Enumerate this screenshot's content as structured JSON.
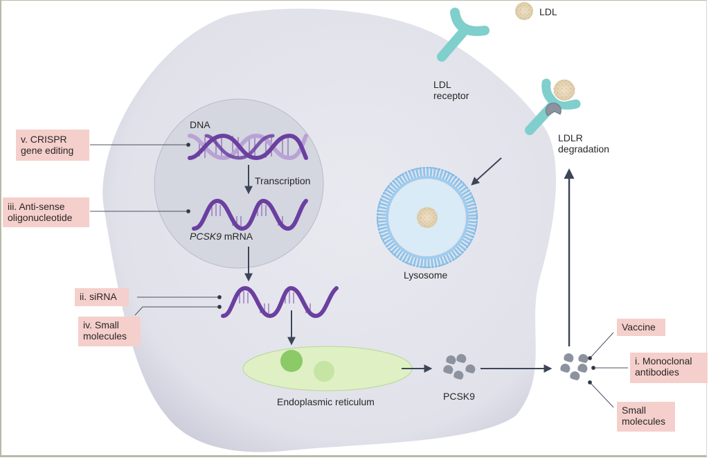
{
  "diagram": {
    "title": "PCSK9 inhibition strategies",
    "structures": {
      "dna": "DNA",
      "transcription": "Transcription",
      "mrna_gene": "PCSK9",
      "mrna_suffix": " mRNA",
      "endoplasmic_reticulum": "Endoplasmic reticulum",
      "pcsk9": "PCSK9",
      "lysosome": "Lysosome",
      "ldl": "LDL",
      "ldl_receptor_line1": "LDL",
      "ldl_receptor_line2": "receptor",
      "ldlr_degradation_line1": "LDLR",
      "ldlr_degradation_line2": "degradation"
    },
    "interventions": [
      {
        "id": "crispr",
        "line1": "v. CRISPR",
        "line2": "gene editing"
      },
      {
        "id": "antisense",
        "line1": "iii. Anti-sense",
        "line2": "oligonucleotide"
      },
      {
        "id": "sirna",
        "line1": "ii. siRNA"
      },
      {
        "id": "small-molecules-left",
        "line1": "iv. Small",
        "line2": "molecules"
      },
      {
        "id": "vaccine",
        "line1": "Vaccine"
      },
      {
        "id": "monoclonal",
        "line1": "i. Monoclonal",
        "line2": "antibodies"
      },
      {
        "id": "small-molecules-right",
        "line1": "Small",
        "line2": "molecules"
      }
    ],
    "colors": {
      "cell": "#e3e3ec",
      "nucleus": "#d4d6e0",
      "dna_dark": "#6b3fa0",
      "dna_light": "#b9a2d6",
      "receptor": "#7fcfcd",
      "pcsk9": "#8c929e",
      "er_fill": "#def0c4",
      "lysosome": "#8fc4ea",
      "label_box": "#f5cfcb",
      "arrow": "#3d4558"
    }
  }
}
